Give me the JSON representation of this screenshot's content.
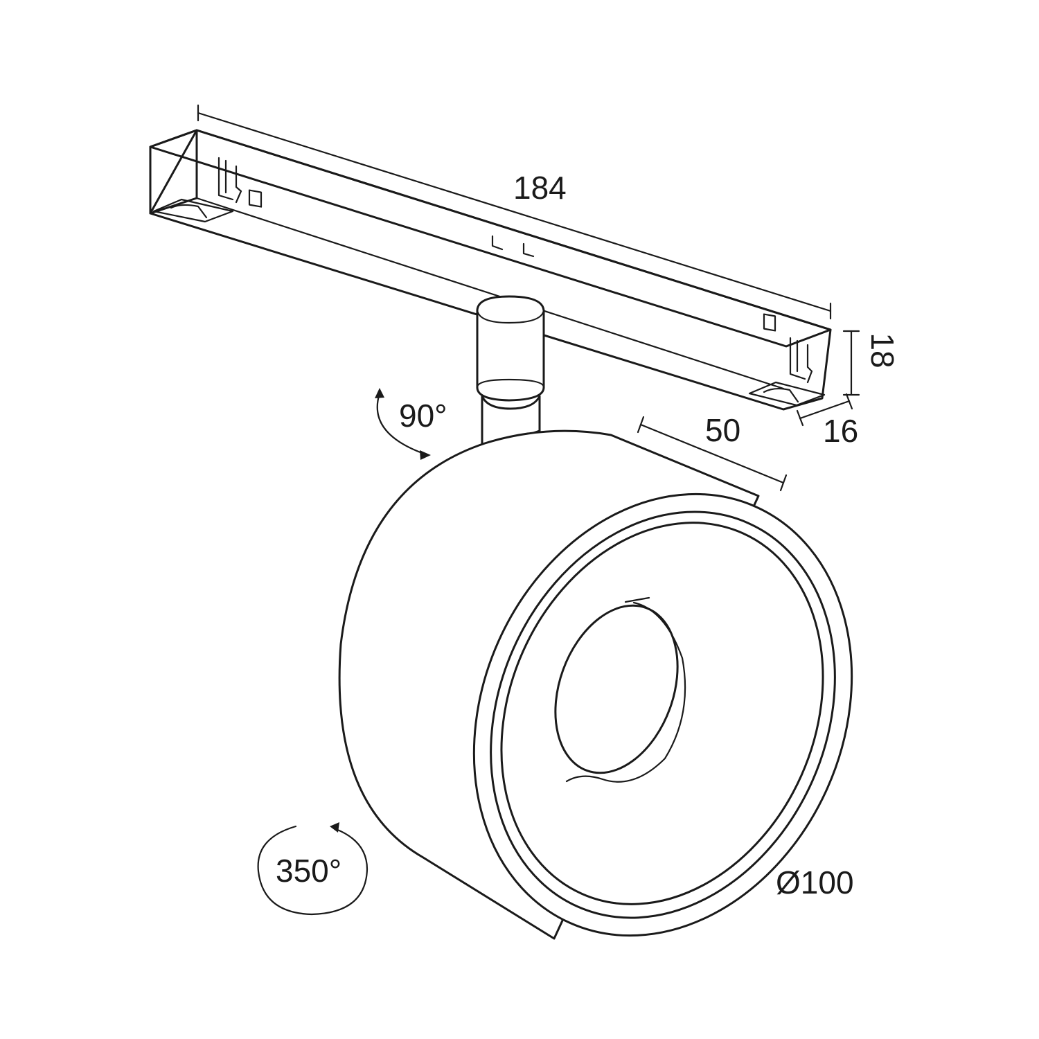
{
  "dimensions": {
    "track_length": "184",
    "track_height": "18",
    "track_width": "16",
    "head_depth": "50",
    "head_diameter": "Ø100"
  },
  "rotations": {
    "tilt": "90°",
    "swivel": "350°"
  },
  "colors": {
    "line": "#1a1a1a",
    "background": "#ffffff"
  }
}
